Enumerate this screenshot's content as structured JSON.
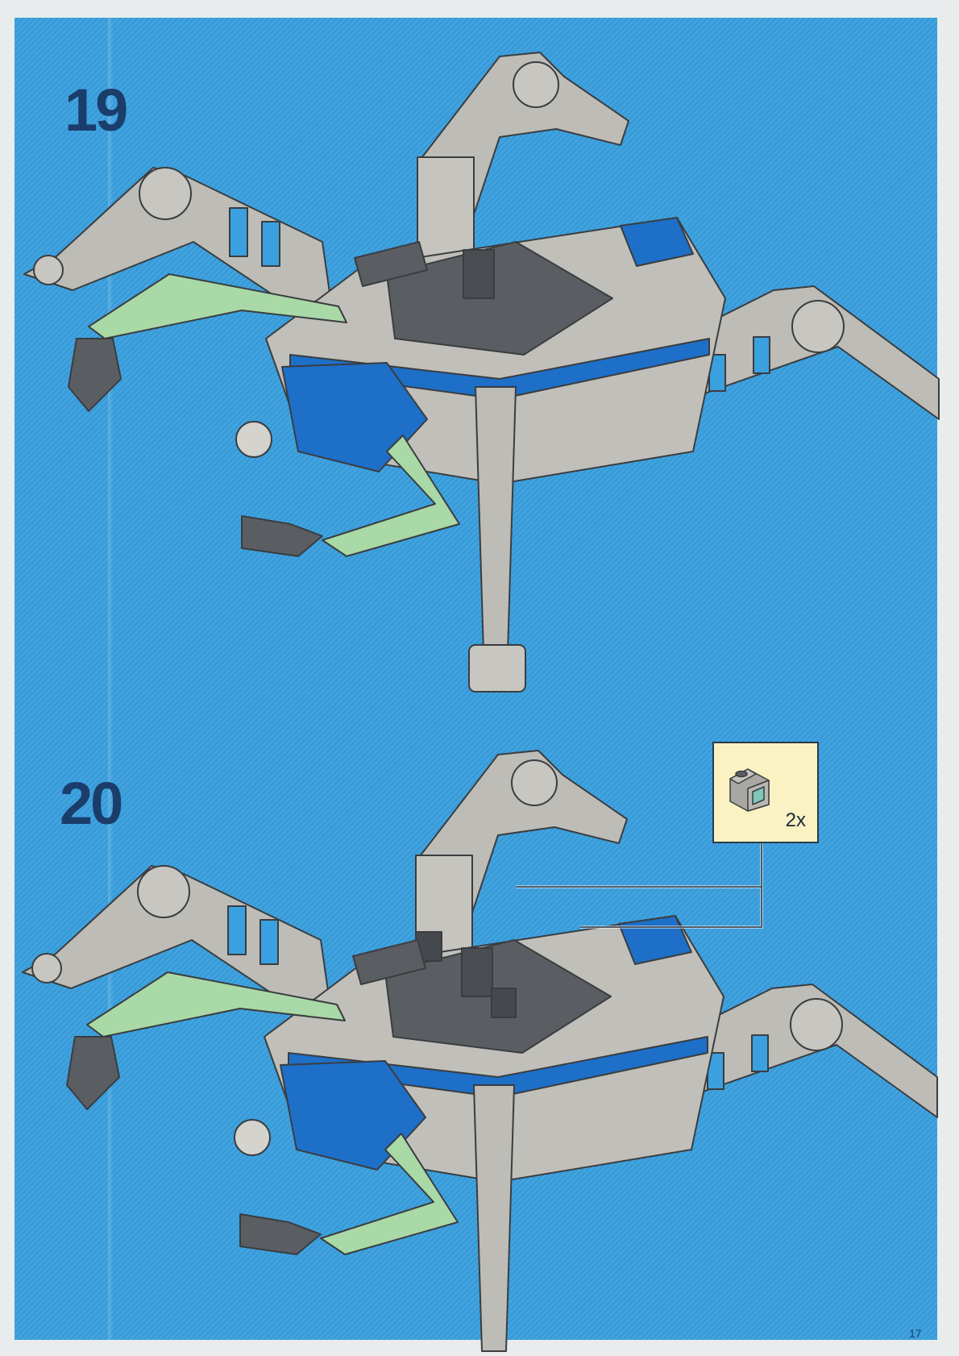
{
  "steps": [
    {
      "number": "19"
    },
    {
      "number": "20",
      "parts_callout": {
        "quantity": "2x",
        "part_icon": "grey-slope-brick-with-printed-panel"
      }
    }
  ],
  "page_number": "17",
  "colors": {
    "background": "#3aa0df",
    "step_number": "#1b3d6b",
    "callout_bg": "#fbf2c4",
    "light_gray_part": "#bdbcb6",
    "dark_gray_part": "#5a5e62",
    "blue_part": "#1d6fc8",
    "trans_green_part": "#a9d9a6",
    "trans_yellow_part": "#f3ed9c"
  }
}
